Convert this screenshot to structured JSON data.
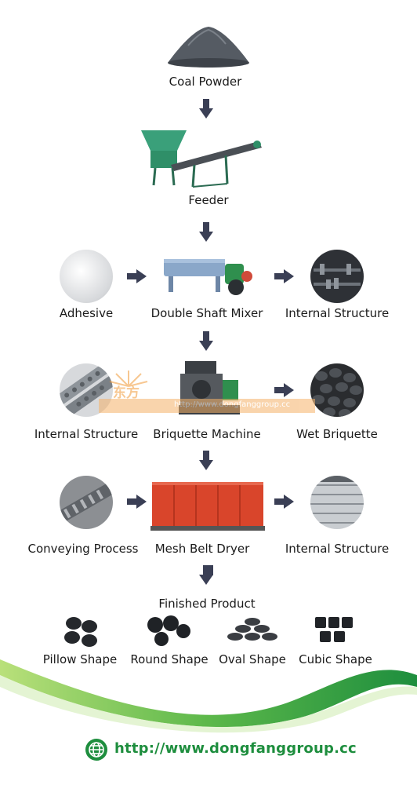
{
  "steps": {
    "coal_powder": "Coal Powder",
    "feeder": "Feeder",
    "adhesive": "Adhesive",
    "double_shaft_mixer": "Double Shaft Mixer",
    "internal_structure_1": "Internal Structure",
    "internal_structure_2": "Internal Structure",
    "briquette_machine": "Briquette Machine",
    "wet_briquette": "Wet Briquette",
    "conveying_process": "Conveying Process",
    "mesh_belt_dryer": "Mesh Belt Dryer",
    "internal_structure_3": "Internal Structure",
    "finished_product": "Finished Product"
  },
  "shapes": {
    "pillow": "Pillow Shape",
    "round": "Round Shape",
    "oval": "Oval Shape",
    "cubic": "Cubic Shape"
  },
  "watermark": {
    "brand": "东方",
    "url": "http://www.dongfanggroup.cc"
  },
  "footer": {
    "url": "http://www.dongfanggroup.cc"
  },
  "colors": {
    "arrow": "#3a3f55",
    "wave_green": "#8dc63f",
    "wave_dark": "#1e8e3e",
    "watermark_orange": "#f29a38",
    "dryer_red": "#d9452b"
  }
}
